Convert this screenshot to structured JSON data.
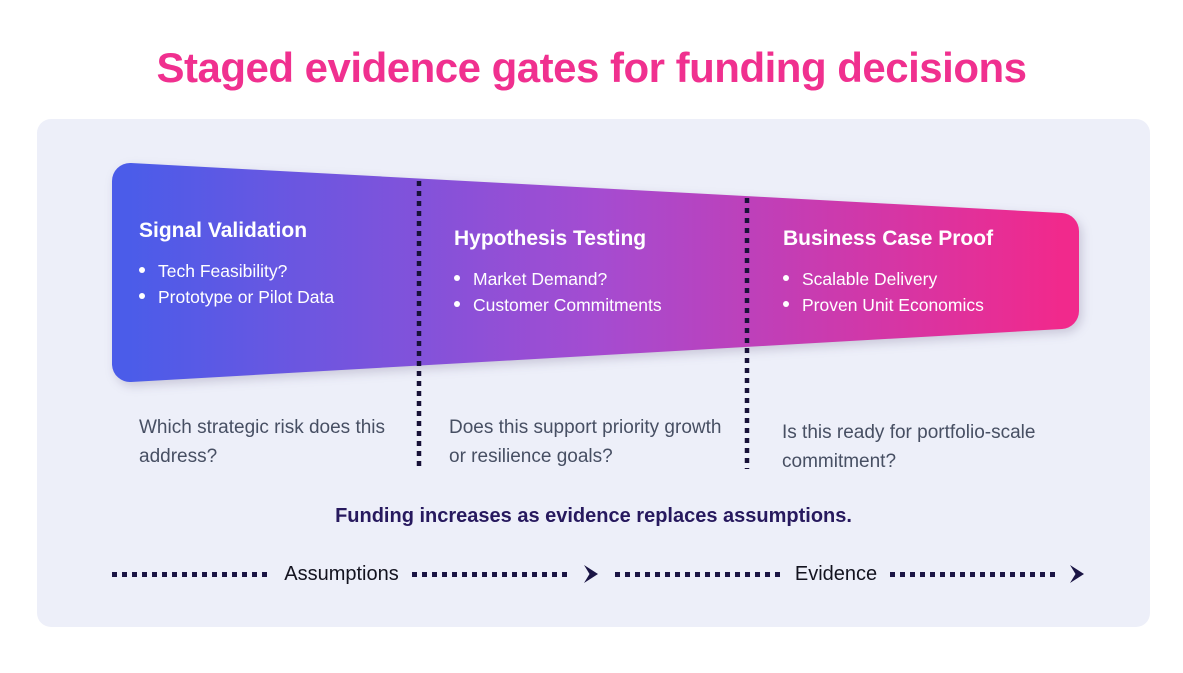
{
  "title": "Staged evidence gates for funding decisions",
  "stages": [
    {
      "title": "Signal Validation",
      "bullets": [
        "Tech Feasibility?",
        "Prototype or Pilot Data"
      ],
      "question": "Which strategic risk does this address?"
    },
    {
      "title": "Hypothesis Testing",
      "bullets": [
        "Market Demand?",
        "Customer Commitments"
      ],
      "question": "Does this support priority growth or resilience goals?"
    },
    {
      "title": "Business Case Proof",
      "bullets": [
        "Scalable Delivery",
        "Proven Unit Economics"
      ],
      "question": "Is this ready for portfolio-scale commitment?"
    }
  ],
  "statement": "Funding increases as evidence replaces assumptions.",
  "axis": {
    "labels": [
      "Assumptions",
      "Evidence"
    ]
  },
  "icons": {
    "arrow_head": "chevron-right",
    "bullet": "circle-dot"
  },
  "colors": {
    "title_pink": "#f0308f",
    "card_background": "#edeff9",
    "funnel_gradient_start": "#4b5ce9",
    "funnel_gradient_mid": "#a44cd1",
    "funnel_gradient_end": "#f1298c",
    "stage_text": "#ffffff",
    "question_text": "#474f63",
    "statement_text": "#27195e",
    "dotted_line": "#1b1545"
  }
}
